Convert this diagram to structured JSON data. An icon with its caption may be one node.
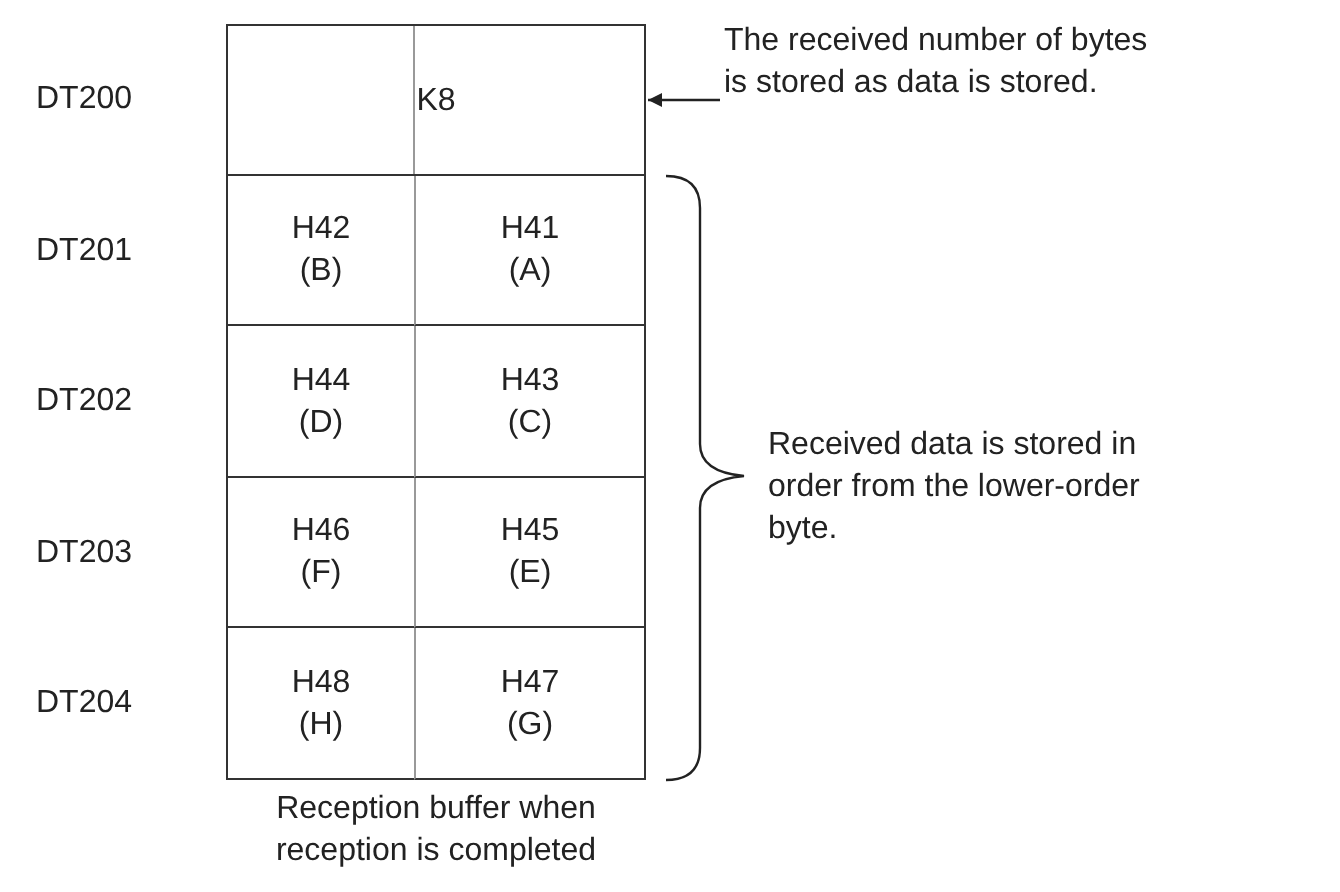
{
  "diagram": {
    "caption": "Reception buffer when reception is completed",
    "nodes": [
      {
        "text": [
          "K8"
        ]
      },
      {
        "text": [
          "The received number of bytes is stored as data is stored."
        ]
      },
      {
        "text": [
          "H42 (B)"
        ]
      },
      {
        "text": [
          "H41 (A)"
        ]
      },
      {
        "text": [
          "H44 (D)"
        ]
      },
      {
        "text": [
          "H43 (C)"
        ]
      },
      {
        "text": [
          "H46 (F)"
        ]
      },
      {
        "text": [
          "H45 (E)"
        ]
      },
      {
        "text": [
          "H48 (H)"
        ]
      },
      {
        "text": [
          "H47 (G)"
        ]
      }
    ],
    "edges": [
      {
        "from": 1,
        "to": 0,
        "arrow": "to"
      }
    ],
    "labels": [
      "DT200",
      "DT201",
      "DT202",
      "DT203",
      "DT204",
      "Received data is stored in order from the lower-order byte."
    ]
  }
}
